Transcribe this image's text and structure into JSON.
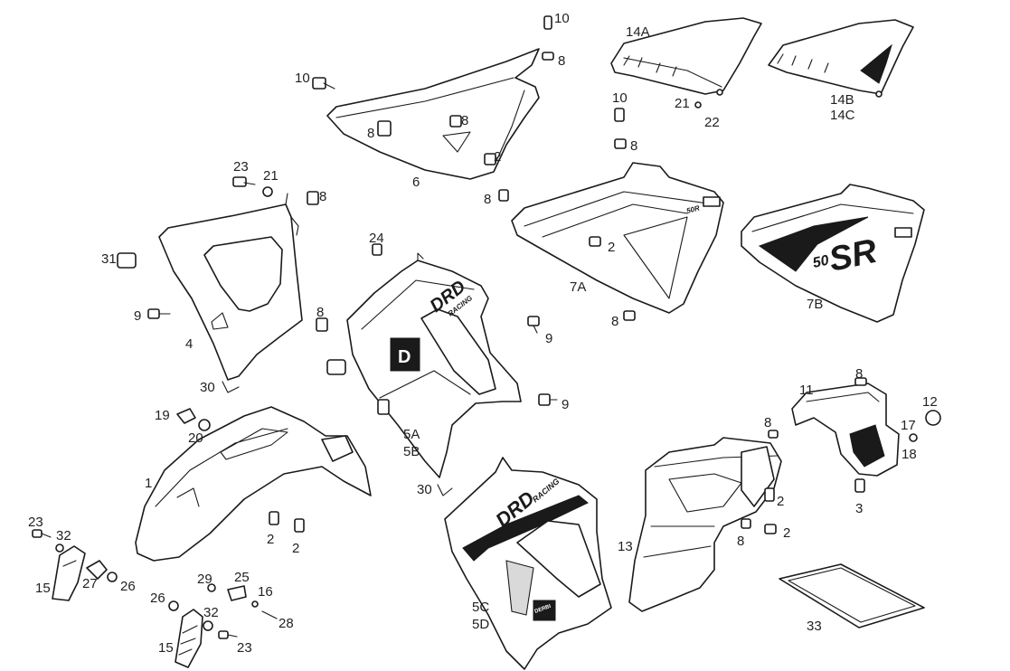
{
  "decals": {
    "drd_1": "DRD",
    "racing_1": "RACING",
    "d_badge": "D",
    "drd_2": "DRD",
    "racing_2": "RACING",
    "sr_big": "SR",
    "sr_50": "50",
    "sr_small": "50R",
    "brand_a": "DERBI",
    "brand_b": "DERBI",
    "brand_c": "DERBI"
  },
  "callouts": [
    {
      "id": "c10a",
      "text": "10"
    },
    {
      "id": "c8a",
      "text": "8"
    },
    {
      "id": "c14a",
      "text": "14A"
    },
    {
      "id": "c10b",
      "text": "10"
    },
    {
      "id": "c8b",
      "text": "8"
    },
    {
      "id": "c8c",
      "text": "8"
    },
    {
      "id": "c2a",
      "text": "2"
    },
    {
      "id": "c6",
      "text": "6"
    },
    {
      "id": "c10c",
      "text": "10"
    },
    {
      "id": "c21a",
      "text": "21"
    },
    {
      "id": "c22",
      "text": "22"
    },
    {
      "id": "c14b",
      "text": "14B"
    },
    {
      "id": "c14c",
      "text": "14C"
    },
    {
      "id": "c8d",
      "text": "8"
    },
    {
      "id": "c23a",
      "text": "23"
    },
    {
      "id": "c21b",
      "text": "21"
    },
    {
      "id": "c8e",
      "text": "8"
    },
    {
      "id": "c8f",
      "text": "8"
    },
    {
      "id": "c2b",
      "text": "2"
    },
    {
      "id": "c7a",
      "text": "7A"
    },
    {
      "id": "c7b",
      "text": "7B"
    },
    {
      "id": "c31",
      "text": "31"
    },
    {
      "id": "c24",
      "text": "24"
    },
    {
      "id": "c9a",
      "text": "9"
    },
    {
      "id": "c8g",
      "text": "8"
    },
    {
      "id": "c4",
      "text": "4"
    },
    {
      "id": "c9b",
      "text": "9"
    },
    {
      "id": "c8h",
      "text": "8"
    },
    {
      "id": "c30a",
      "text": "30"
    },
    {
      "id": "c9c",
      "text": "9"
    },
    {
      "id": "c8i",
      "text": "8"
    },
    {
      "id": "c11",
      "text": "11"
    },
    {
      "id": "c12",
      "text": "12"
    },
    {
      "id": "c19",
      "text": "19"
    },
    {
      "id": "c8j",
      "text": "8"
    },
    {
      "id": "c20",
      "text": "20"
    },
    {
      "id": "c5a",
      "text": "5A"
    },
    {
      "id": "c5b",
      "text": "5B"
    },
    {
      "id": "c17",
      "text": "17"
    },
    {
      "id": "c18",
      "text": "18"
    },
    {
      "id": "c1",
      "text": "1"
    },
    {
      "id": "c30b",
      "text": "30"
    },
    {
      "id": "c2c",
      "text": "2"
    },
    {
      "id": "c3",
      "text": "3"
    },
    {
      "id": "c23b",
      "text": "23"
    },
    {
      "id": "c32a",
      "text": "32"
    },
    {
      "id": "c2d",
      "text": "2"
    },
    {
      "id": "c2e",
      "text": "2"
    },
    {
      "id": "c2f",
      "text": "2"
    },
    {
      "id": "c8k",
      "text": "8"
    },
    {
      "id": "c13",
      "text": "13"
    },
    {
      "id": "c15a",
      "text": "15"
    },
    {
      "id": "c27",
      "text": "27"
    },
    {
      "id": "c26a",
      "text": "26"
    },
    {
      "id": "c29",
      "text": "29"
    },
    {
      "id": "c25",
      "text": "25"
    },
    {
      "id": "c16",
      "text": "16"
    },
    {
      "id": "c5c",
      "text": "5C"
    },
    {
      "id": "c26b",
      "text": "26"
    },
    {
      "id": "c32b",
      "text": "32"
    },
    {
      "id": "c28",
      "text": "28"
    },
    {
      "id": "c5d",
      "text": "5D"
    },
    {
      "id": "c33",
      "text": "33"
    },
    {
      "id": "c15b",
      "text": "15"
    },
    {
      "id": "c23c",
      "text": "23"
    }
  ]
}
